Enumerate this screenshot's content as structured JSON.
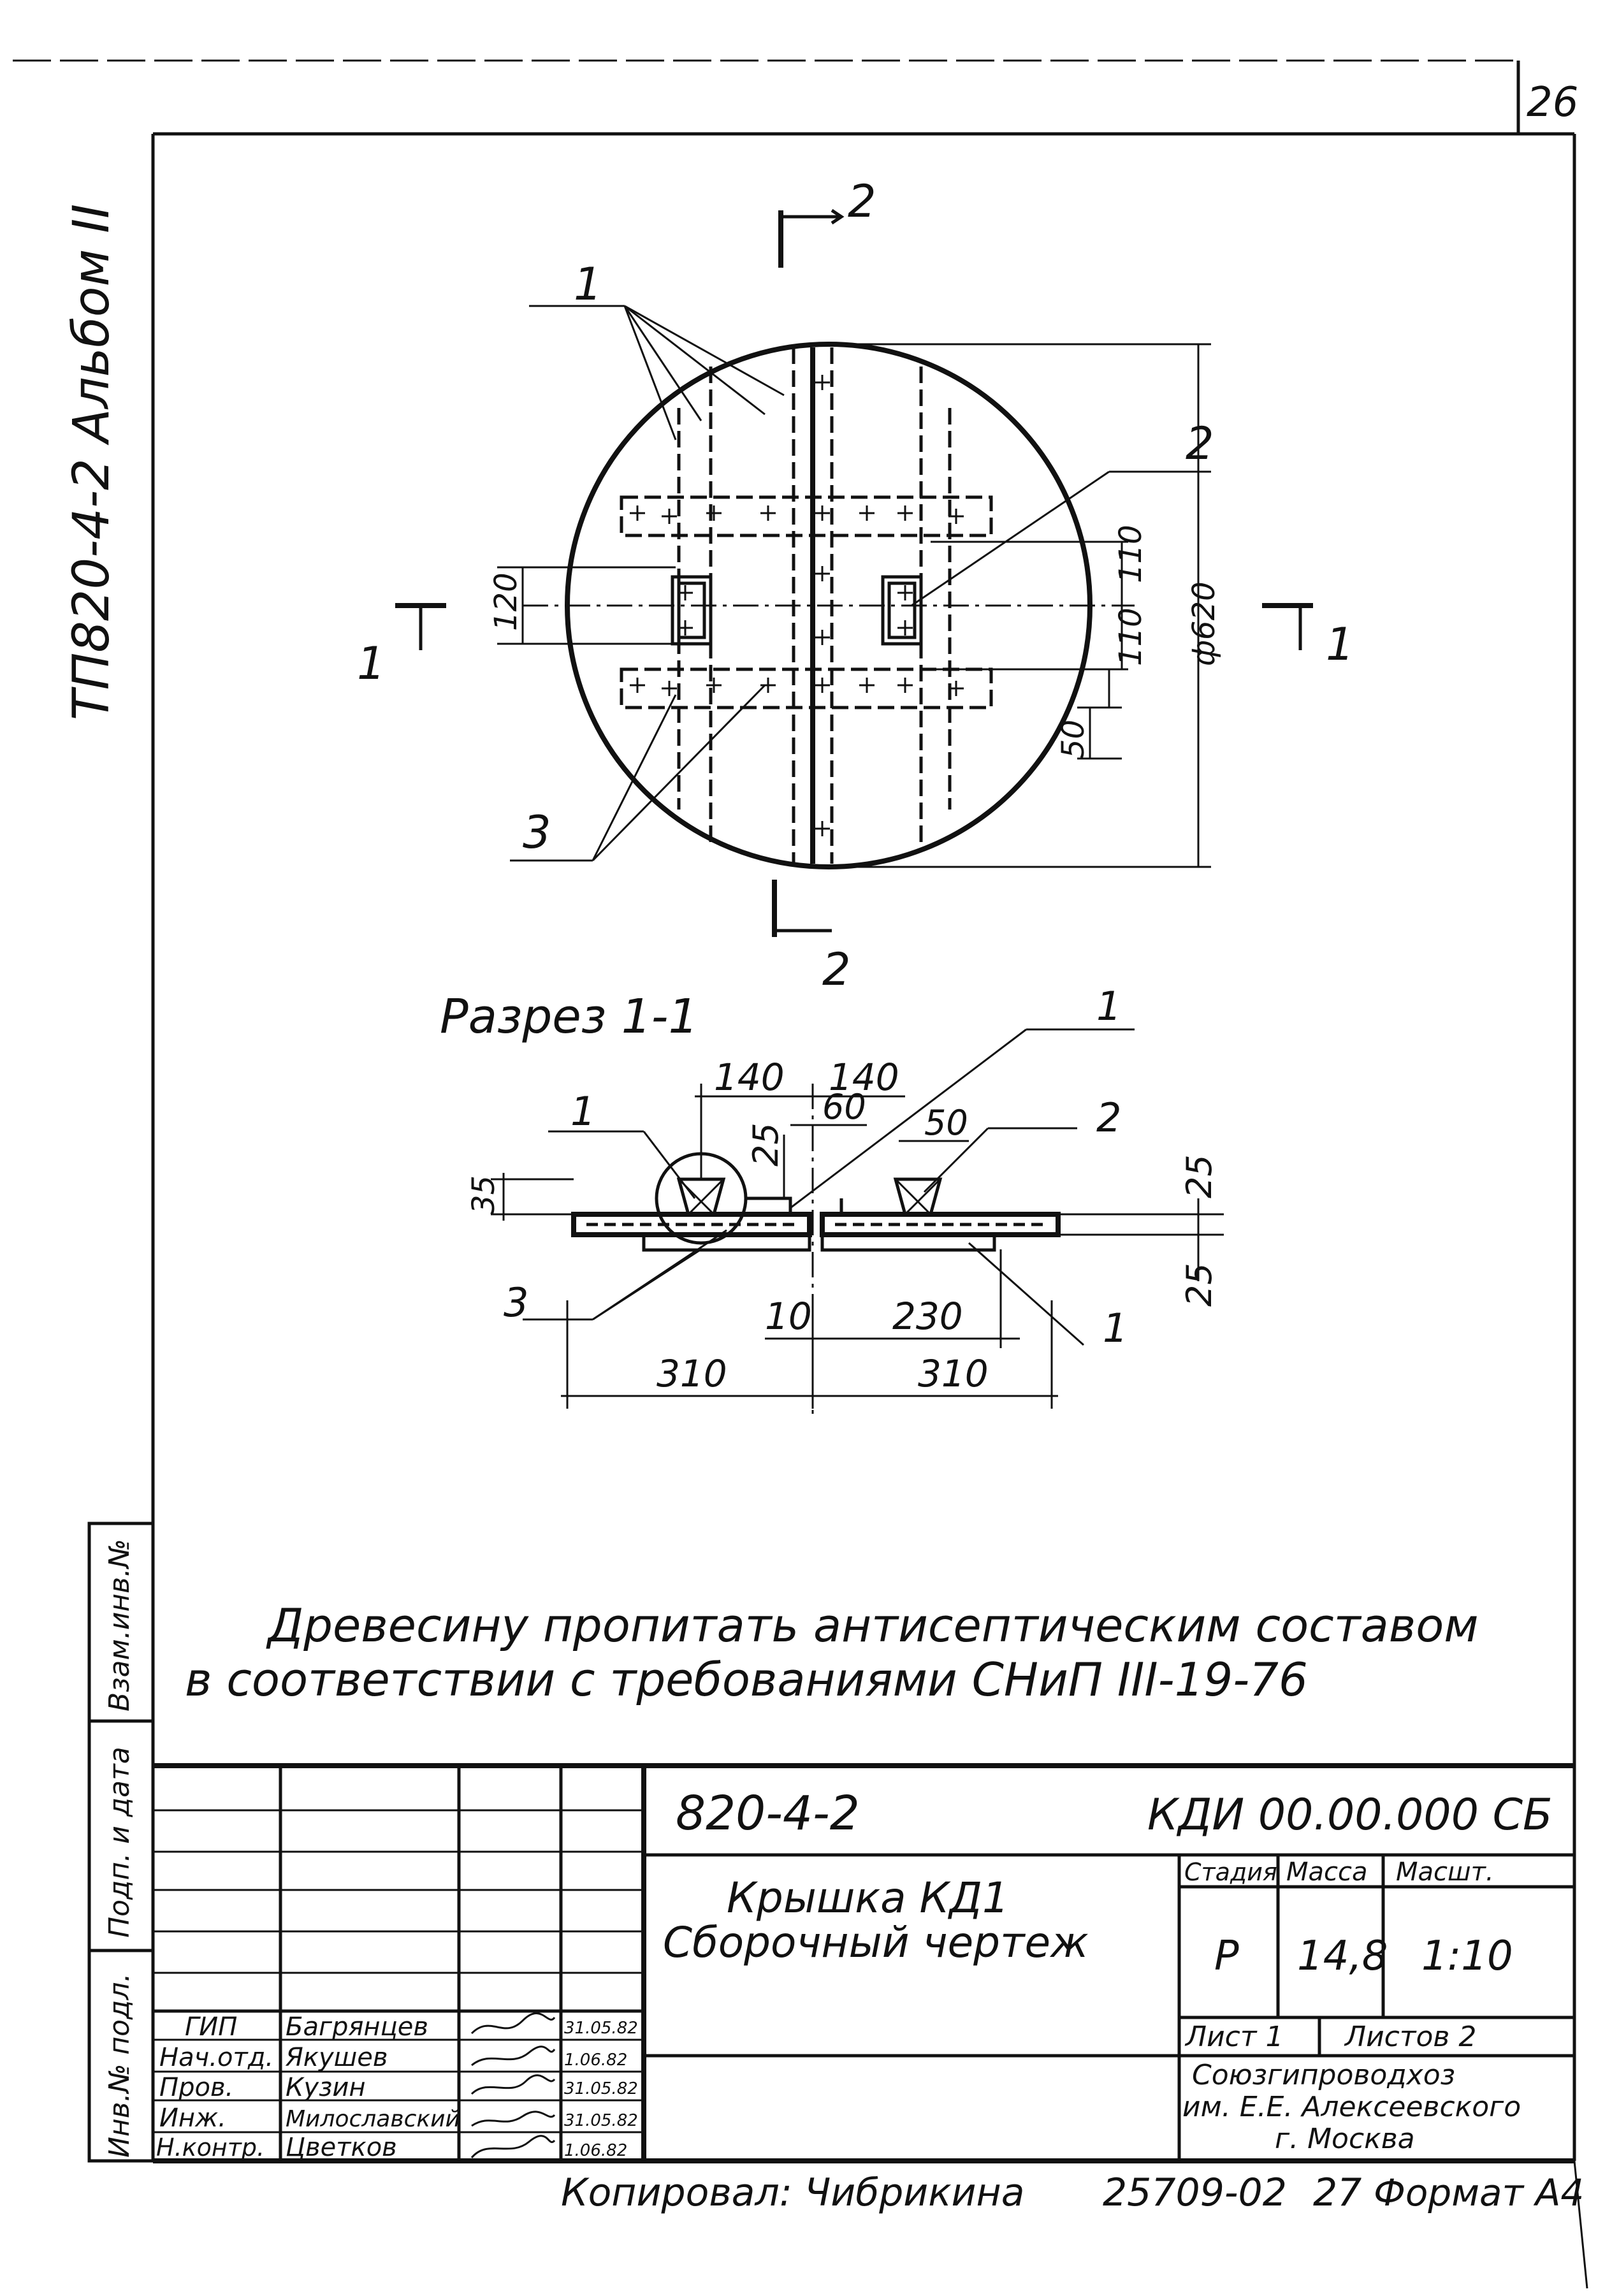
{
  "sheet": {
    "page_number": "26",
    "album": "ТП820-4-2 Альбом II"
  },
  "side_stamp": {
    "inv_orig": "Инв.№ подл.",
    "sign_date": "Подп. и дата",
    "replace_inv": "Взам.инв.№"
  },
  "plan_view": {
    "section_mark_2_top": "2",
    "section_mark_2_bottom": "2",
    "section_mark_1_left": "1",
    "section_mark_1_right": "1",
    "callouts": [
      "1",
      "2",
      "3"
    ],
    "dimensions": {
      "dim_120": "120",
      "dim_110_upper": "110",
      "dim_110_lower": "110",
      "dim_phi_620": "ф620",
      "dim_50": "50"
    }
  },
  "section_view": {
    "title": "Разрез 1-1",
    "callouts": [
      "1",
      "1",
      "1",
      "2",
      "3"
    ],
    "dimensions": {
      "dim_140_left": "140",
      "dim_140_right": "140",
      "dim_60": "60",
      "dim_50": "50",
      "dim_25_left": "25",
      "dim_35": "35",
      "dim_25_right_top": "25",
      "dim_25_right_bottom": "25",
      "dim_10": "10",
      "dim_230": "230",
      "dim_310_left": "310",
      "dim_310_right": "310"
    }
  },
  "note": {
    "line1": "Древесину пропитать антисептическим составом",
    "line2": "в соответствии с требованиями  СНиП III-19-76"
  },
  "title_block": {
    "series": "820-4-2",
    "doc_code": "КДИ 00.00.000 СБ",
    "title_line1": "Крышка КД1",
    "title_line2": "Сборочный чертеж",
    "headers": {
      "stage": "Стадия",
      "mass": "Масса",
      "scale": "Масшт."
    },
    "stage": "Р",
    "mass": "14,8",
    "scale": "1:10",
    "sheet": "Лист 1",
    "sheets": "Листов 2",
    "org_line1": "Союзгипроводхоз",
    "org_line2": "им. Е.Е. Алексеевского",
    "org_line3": "г. Москва",
    "signatures": [
      {
        "role": "ГИП",
        "name": "Багрянцев",
        "date": "31.05.82"
      },
      {
        "role": "Нач.отд.",
        "name": "Якушев",
        "date": "1.06.82"
      },
      {
        "role": "Пров.",
        "name": "Кузин",
        "date": "31.05.82"
      },
      {
        "role": "Инж.",
        "name": "Милославский",
        "date": "31.05.82"
      },
      {
        "role": "Н.контр.",
        "name": "Цветков",
        "date": "1.06.82"
      }
    ]
  },
  "footer": {
    "copied": "Копировал: Чибрикина",
    "order": "25709-02",
    "num": "27",
    "format": "Формат А4"
  },
  "colors": {
    "ink": "#111111",
    "paper": "#ffffff"
  }
}
